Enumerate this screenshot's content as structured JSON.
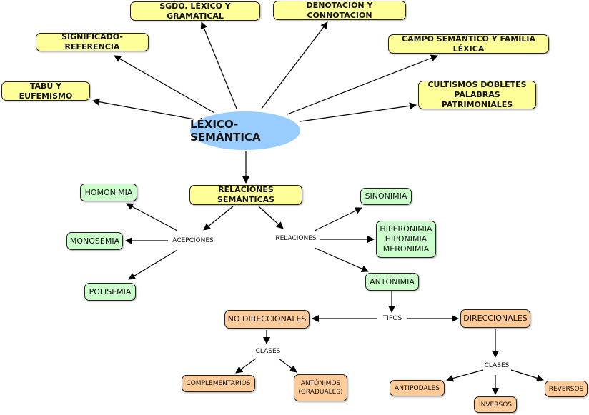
{
  "diagram": {
    "central": "LÉXICO-SEMÁNTICA",
    "top_nodes": {
      "tabu": "TABÚ Y EUFEMISMO",
      "significado": "SIGNIFICADO-REFERENCIA",
      "sgdo": "SGDO. LÉXICO Y GRAMATICAL",
      "denotacion": "DENOTACIÓN Y CONNOTACIÓN",
      "campo": "CAMPO SEMÁNTICO Y FAMILIA LÉXICA",
      "cultismos": "CULTISMOS DOBLETES\nPALABRAS PATRIMONIALES"
    },
    "relaciones_semanticas": "RELACIONES SEMÁNTICAS",
    "link_labels": {
      "acepciones": "ACEPCIONES",
      "relaciones": "RELACIONES",
      "tipos": "TIPOS",
      "clases_left": "CLASES",
      "clases_right": "CLASES"
    },
    "acepciones_nodes": {
      "homonimia": "HOMONIMIA",
      "monosemia": "MONOSEMIA",
      "polisemia": "POLISEMIA"
    },
    "relaciones_nodes": {
      "sinonimia": "SINONIMIA",
      "hiperonimia": "HIPERONIMIA\nHIPONIMIA\nMERONIMIA",
      "antonimia": "ANTONIMIA"
    },
    "tipos_nodes": {
      "no_direccionales": "NO DIRECCIONALES",
      "direccionales": "DIRECCIONALES"
    },
    "clases_nodes": {
      "complementarios": "COMPLEMENTARIOS",
      "antonimos": "ANTÓNIMOS\n(GRADUALES)",
      "antipodales": "ANTIPODALES",
      "inversos": "INVERSOS",
      "reversos": "REVERSOS"
    },
    "colors": {
      "yellow": "#ffff99",
      "green": "#ccffcc",
      "orange": "#ffcc99",
      "central": "#99ccff"
    }
  }
}
